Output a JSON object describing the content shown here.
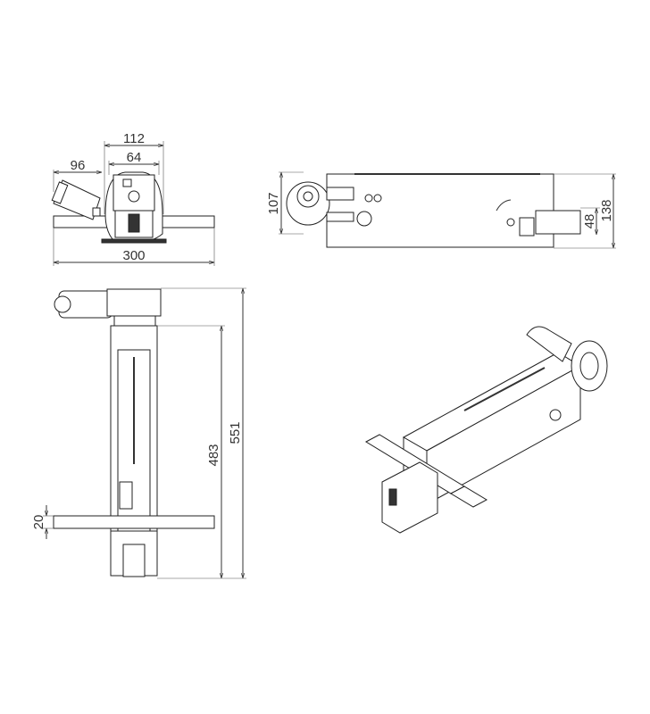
{
  "drawing": {
    "top_view": {
      "width_overall": "112",
      "width_body": "64",
      "motor_offset": "96",
      "bar_length": "300"
    },
    "side_view": {
      "height_motor": "107",
      "height_overall": "138",
      "height_lower": "48"
    },
    "front_view": {
      "length_overall": "551",
      "length_rail": "483",
      "bar_thickness": "20"
    },
    "isometric_view": {}
  },
  "colors": {
    "line": "#333333",
    "background": "#ffffff"
  }
}
